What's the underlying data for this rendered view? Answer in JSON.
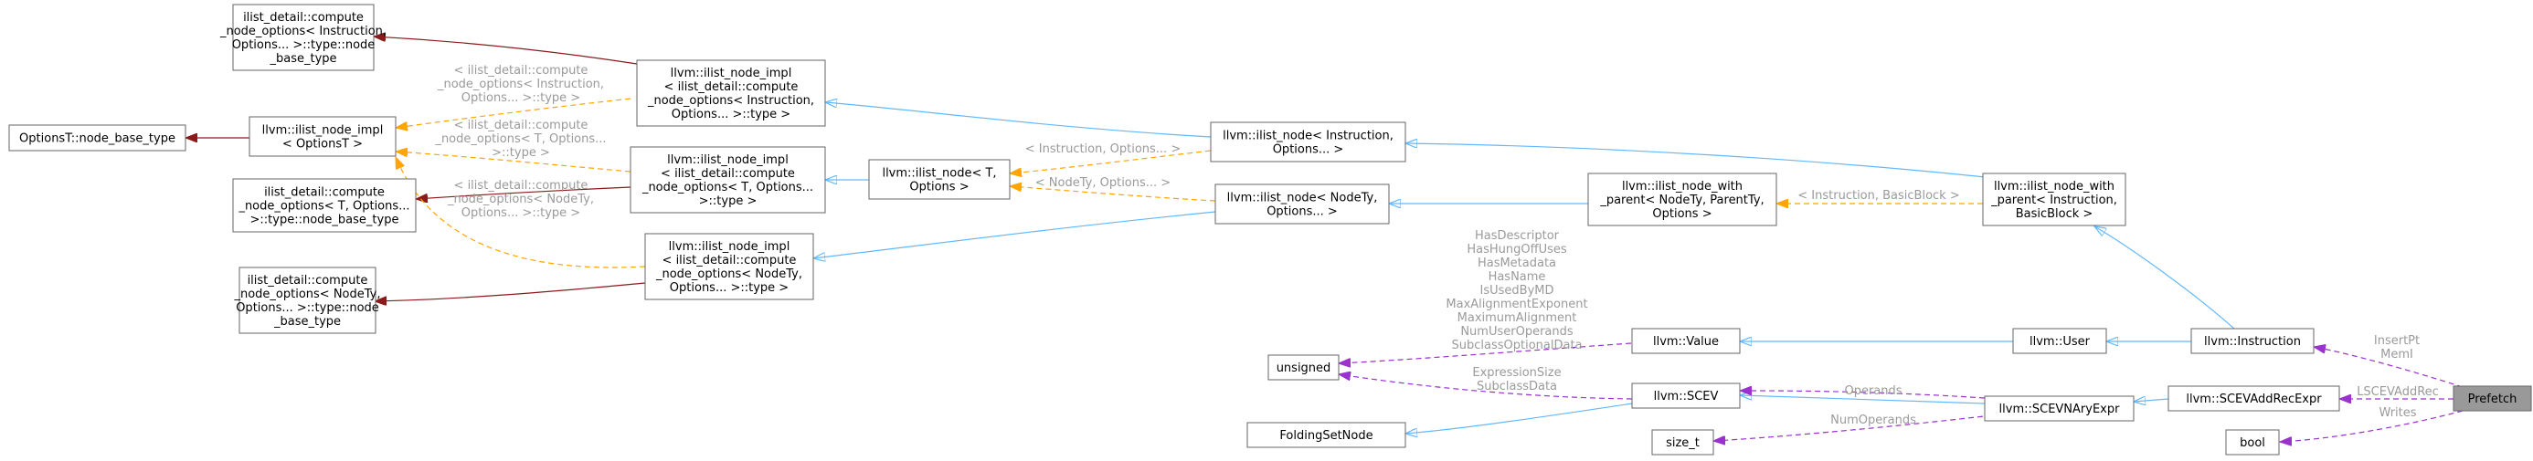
{
  "colors": {
    "inheritance": "#63b8ff",
    "composition": "#8b1a1a",
    "template": "#ffa500",
    "usage": "#9a32cd",
    "root_fill": "#999999"
  },
  "nodes": {
    "prefetch": [
      "Prefetch"
    ],
    "scevaddrec": [
      "llvm::SCEVAddRecExpr"
    ],
    "bool": [
      "bool"
    ],
    "instruction": [
      "llvm::Instruction"
    ],
    "scevnary": [
      "llvm::SCEVNAryExpr"
    ],
    "user": [
      "llvm::User"
    ],
    "value": [
      "llvm::Value"
    ],
    "scev": [
      "llvm::SCEV"
    ],
    "unsigned": [
      "unsigned"
    ],
    "sizet": [
      "size_t"
    ],
    "foldingset": [
      "FoldingSetNode"
    ],
    "ilnwp_inst": [
      "llvm::ilist_node_with",
      "_parent< Instruction,",
      "BasicBlock >"
    ],
    "ilnwp_nodety": [
      "llvm::ilist_node_with",
      "_parent< NodeTy, ParentTy,",
      "Options >"
    ],
    "iln_inst": [
      "llvm::ilist_node< Instruction,",
      "Options... >"
    ],
    "iln_nodety": [
      "llvm::ilist_node< NodeTy,",
      "Options... >"
    ],
    "iln_t": [
      "llvm::ilist_node< T,",
      "Options >"
    ],
    "impl_inst": [
      "llvm::ilist_node_impl",
      "< ilist_detail::compute",
      "_node_options< Instruction,",
      "Options... >::type >"
    ],
    "impl_t": [
      "llvm::ilist_node_impl",
      "< ilist_detail::compute",
      "_node_options< T, Options...",
      ">::type >"
    ],
    "impl_nodety": [
      "llvm::ilist_node_impl",
      "< ilist_detail::compute",
      "_node_options< NodeTy,",
      "Options... >::type >"
    ],
    "impl_opts": [
      "llvm::ilist_node_impl",
      "< OptionsT >"
    ],
    "optionsT": [
      "OptionsT::node_base_type"
    ],
    "cno_inst": [
      "ilist_detail::compute",
      "_node_options< Instruction,",
      "Options... >::type::node",
      "_base_type"
    ],
    "cno_t": [
      "ilist_detail::compute",
      "_node_options< T, Options...",
      ">::type::node_base_type"
    ],
    "cno_nodety": [
      "ilist_detail::compute",
      "_node_options< NodeTy,",
      "Options... >::type::node",
      "_base_type"
    ]
  },
  "edge_labels": {
    "prefetch_instruction": [
      "InsertPt",
      "MemI"
    ],
    "prefetch_scevaddrec": [
      "LSCEVAddRec"
    ],
    "prefetch_bool": [
      "Writes"
    ],
    "scevnary_scev": [
      "Operands"
    ],
    "scevnary_sizet": [
      "NumOperands"
    ],
    "scev_unsigned": [
      "ExpressionSize",
      "SubclassData"
    ],
    "value_unsigned": [
      "HasDescriptor",
      "HasHungOffUses",
      "HasMetadata",
      "HasName",
      "IsUsedByMD",
      "MaxAlignmentExponent",
      "MaximumAlignment",
      "NumUserOperands",
      "SubclassOptionalData"
    ],
    "ilnwp_inst_nodety": [
      "< Instruction, BasicBlock >"
    ],
    "iln_inst_t": [
      "< Instruction, Options... >"
    ],
    "iln_nodety_t": [
      "< NodeTy, Options... >"
    ],
    "impl_inst_opts": [
      "< ilist_detail::compute",
      "_node_options< Instruction,",
      "Options... >::type >"
    ],
    "impl_t_opts": [
      "< ilist_detail::compute",
      "_node_options< T, Options...",
      ">::type >"
    ],
    "impl_nodety_opts": [
      "< ilist_detail::compute",
      "_node_options< NodeTy,",
      "Options... >::type >"
    ]
  }
}
